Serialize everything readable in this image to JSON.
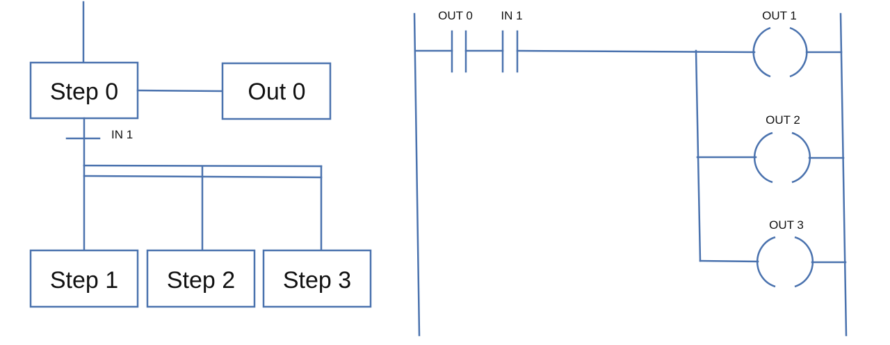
{
  "colors": {
    "line": "#4a72ae",
    "text": "#111111",
    "background": "#ffffff"
  },
  "sfc": {
    "step0": "Step 0",
    "out0": "Out 0",
    "transition": "IN 1",
    "step1": "Step 1",
    "step2": "Step 2",
    "step3": "Step 3"
  },
  "ladder": {
    "contact1": "OUT 0",
    "contact2": "IN 1",
    "coil1": "OUT 1",
    "coil2": "OUT 2",
    "coil3": "OUT 3"
  }
}
